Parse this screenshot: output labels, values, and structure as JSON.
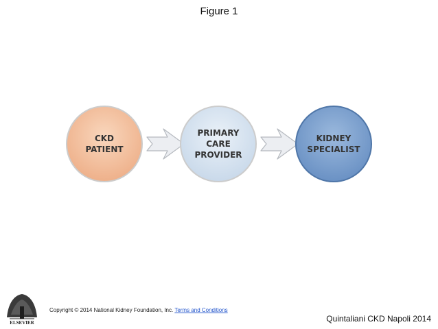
{
  "figure_title": "Figure 1",
  "nodes": [
    {
      "lines": [
        "CKD",
        "PATIENT"
      ],
      "fill": "#f6c9a8",
      "stroke": "#c9c9c9"
    },
    {
      "lines": [
        "PRIMARY",
        "CARE",
        "PROVIDER"
      ],
      "fill": "#dce8f4",
      "stroke": "#c9c9c9"
    },
    {
      "lines": [
        "KIDNEY",
        "SPECIALIST"
      ],
      "fill": "#7fa3d0",
      "stroke": "#4f76a8"
    }
  ],
  "arrow_color": "#e8ebef",
  "footer": {
    "copyright": "Copyright © 2014 National Kidney Foundation, Inc.",
    "terms_link": "Terms and Conditions",
    "credit": "Quintaliani CKD Napoli 2014",
    "logo_text": "ELSEVIER"
  }
}
